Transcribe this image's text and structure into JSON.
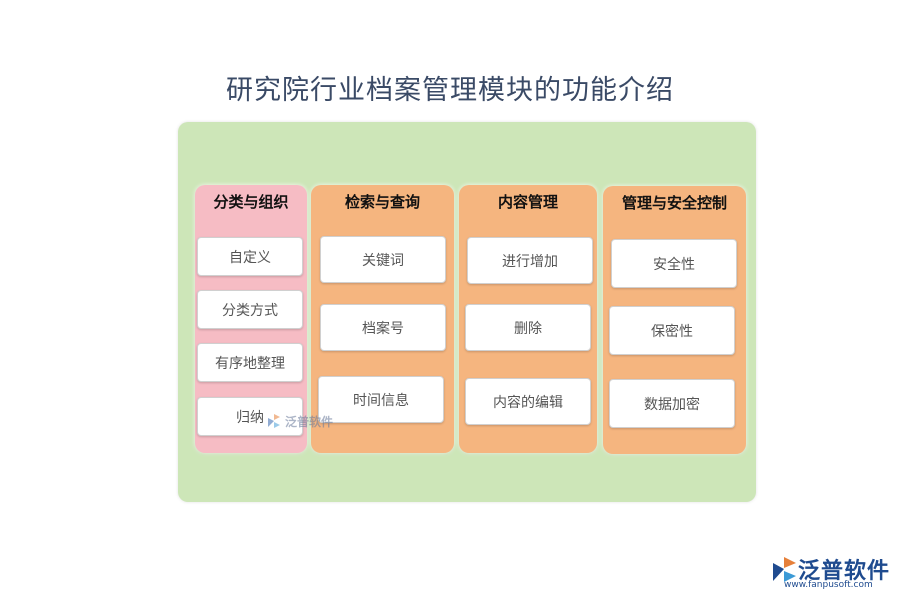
{
  "title": "研究院行业档案管理模块的功能介绍",
  "columns": [
    {
      "header": "分类与组织",
      "color": "#f6bcc4",
      "items": [
        "自定义",
        "分类方式",
        "有序地整理",
        "归纳"
      ]
    },
    {
      "header": "检索与查询",
      "color": "#f5b57f",
      "items": [
        "关键词",
        "档案号",
        "时间信息"
      ]
    },
    {
      "header": "内容管理",
      "color": "#f5b57f",
      "items": [
        "进行增加",
        "删除",
        "内容的编辑"
      ]
    },
    {
      "header": "管理与安全控制",
      "color": "#f5b57f",
      "items": [
        "安全性",
        "保密性",
        "数据加密"
      ]
    }
  ],
  "watermark": {
    "icon": "fanpu-logo-icon",
    "text": "泛普软件"
  },
  "logo": {
    "icon": "fanpu-logo-icon",
    "text": "泛普软件",
    "url": "www.fanpusoft.com"
  },
  "colors": {
    "panel": "#cde6b8",
    "title": "#3a4a66",
    "logo": "#1f4b8f"
  }
}
